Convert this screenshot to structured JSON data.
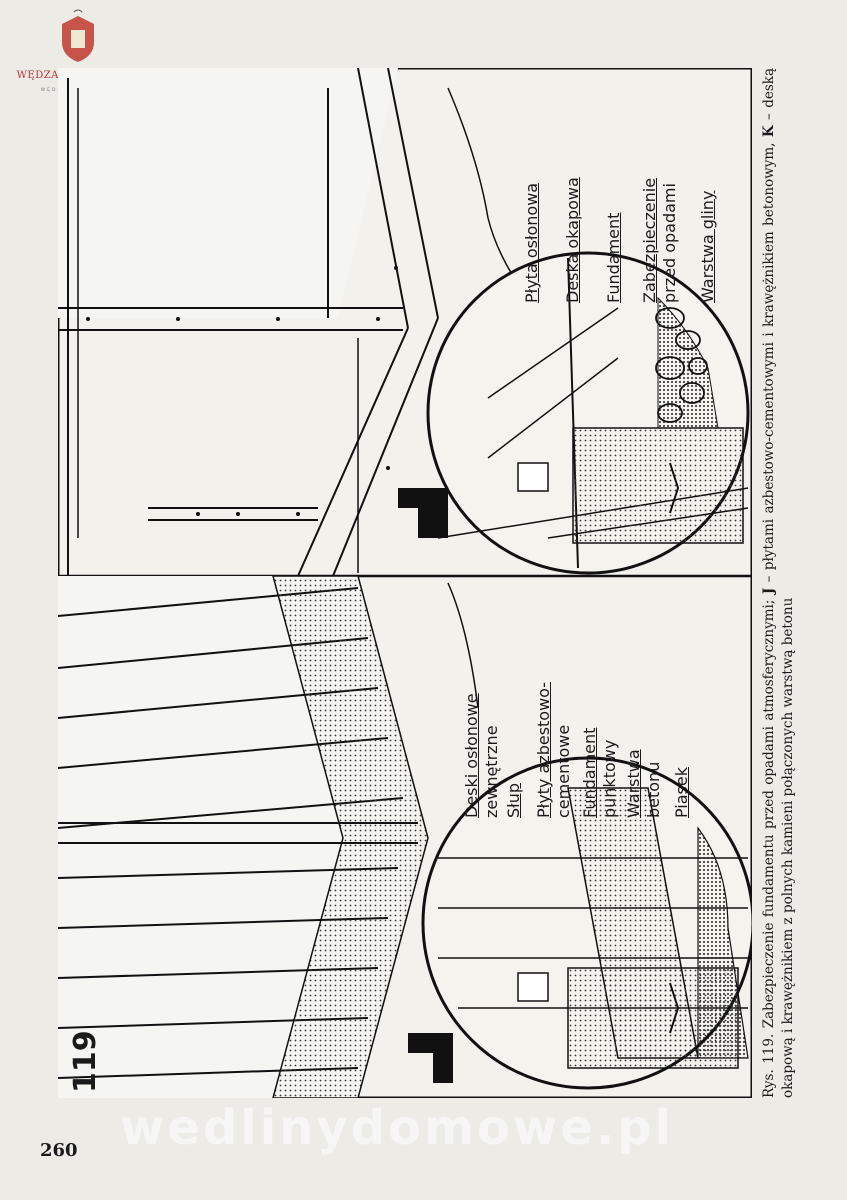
{
  "logo": {
    "title": "WĘDZARNICZA BRAĆ",
    "subtitle": "WĘDLINY DOMOWE.PL"
  },
  "figure": {
    "number": "119",
    "panel_j": {
      "letter": "J",
      "labels": [
        "Deski osłonowe",
        "zewnętrzne",
        "Słup",
        "Płyty azbestowo-",
        "cementowe",
        "Fundament",
        "punktowy",
        "Warstwa",
        "betonu",
        "Piasek"
      ]
    },
    "panel_k": {
      "letter": "K",
      "labels": [
        "Płyta osłonowa",
        "Deska okapowa",
        "Fundament",
        "Zabezpieczenie",
        "przed opadami",
        "Warstwa gliny"
      ]
    }
  },
  "caption": {
    "prefix": "Rys. 119.",
    "text_1": "Zabezpieczenie fundamentu przed opadami atmosferycznymi;",
    "j_letter": "J",
    "text_2": "– płytami azbestowo-cementowymi i krawężnikiem betonowym,",
    "k_letter": "K",
    "text_3": "– deską okapową i krawężnikiem z polnych kamieni połączonych warstwą betonu"
  },
  "watermark": "wedlinydomowe.pl",
  "page_number": "260"
}
